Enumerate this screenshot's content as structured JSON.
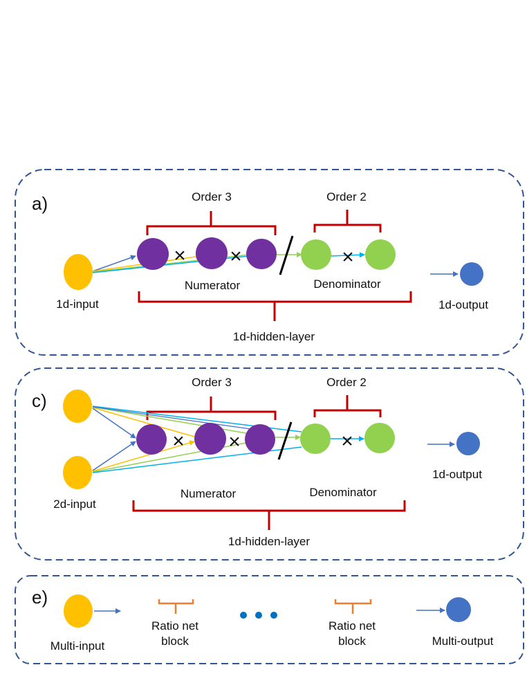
{
  "colors": {
    "input": "#FFC000",
    "numerator_node": "#7030A0",
    "denominator_node": "#92D050",
    "output": "#4472C4",
    "bracket": "#C00000",
    "small_bracket": "#ED7D31",
    "panel_border": "#2F5597",
    "edge_blue": "#4472C4",
    "edge_orange": "#FFC000",
    "edge_green": "#92D050",
    "edge_cyan": "#00B0F0",
    "dots": "#0070C0"
  },
  "panel_a": {
    "letter": "a)",
    "order_num": "Order 3",
    "order_den": "Order 2",
    "input": "1d-input",
    "numerator": "Numerator",
    "denominator": "Denominator",
    "output": "1d-output",
    "hidden": "1d-hidden-layer"
  },
  "panel_c": {
    "letter": "c)",
    "order_num": "Order 3",
    "order_den": "Order 2",
    "input": "2d-input",
    "numerator": "Numerator",
    "denominator": "Denominator",
    "output": "1d-output",
    "hidden": "1d-hidden-layer"
  },
  "panel_e": {
    "letter": "e)",
    "input": "Multi-input",
    "block1_line1": "Ratio net",
    "block1_line2": "block",
    "block2_line1": "Ratio net",
    "block2_line2": "block",
    "output": "Multi-output"
  },
  "operators": {
    "times": "×",
    "divide": "/"
  }
}
